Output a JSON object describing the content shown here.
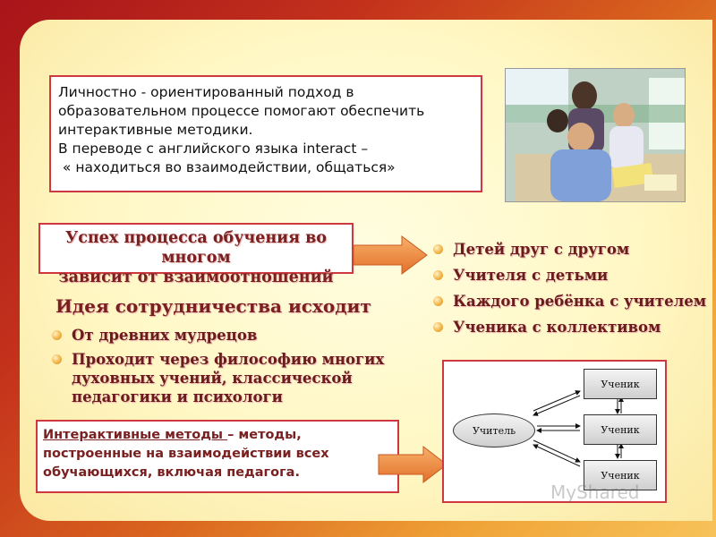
{
  "intro": {
    "line1": "Личностно - ориентированный подход в",
    "line2": "образовательном процессе помогают обеспечить",
    "line3": "интерактивные методики.",
    "line4": "В переводе с английского языка interact –",
    "line5": " « находиться во взаимодействии, общаться»"
  },
  "success": {
    "line1": "Успех процесса обучения во многом",
    "line2": "зависит от взаимоотношений"
  },
  "relations": [
    "Детей друг с другом",
    "Учителя с детьми",
    "Каждого ребёнка с учителем",
    "Ученика с коллективом"
  ],
  "cooperation": {
    "heading": "Идея сотрудничества исходит",
    "items": [
      "От древних мудрецов",
      "Проходит через философию многих духовных учений, классической педагогики и психологи"
    ]
  },
  "definition": {
    "term": "Интерактивные методы ",
    "text": "– методы, построенные на взаимодействии всех обучающихся, включая педагога",
    "end": "."
  },
  "diagram": {
    "teacher": "Учитель",
    "students": [
      "Ученик",
      "Ученик",
      "Ученик"
    ]
  },
  "watermark": {
    "text": "MyShared"
  },
  "colors": {
    "accent_red": "#d0383f",
    "text_dark_red": "#7a2020",
    "arrow_orange": "#f08a32"
  }
}
